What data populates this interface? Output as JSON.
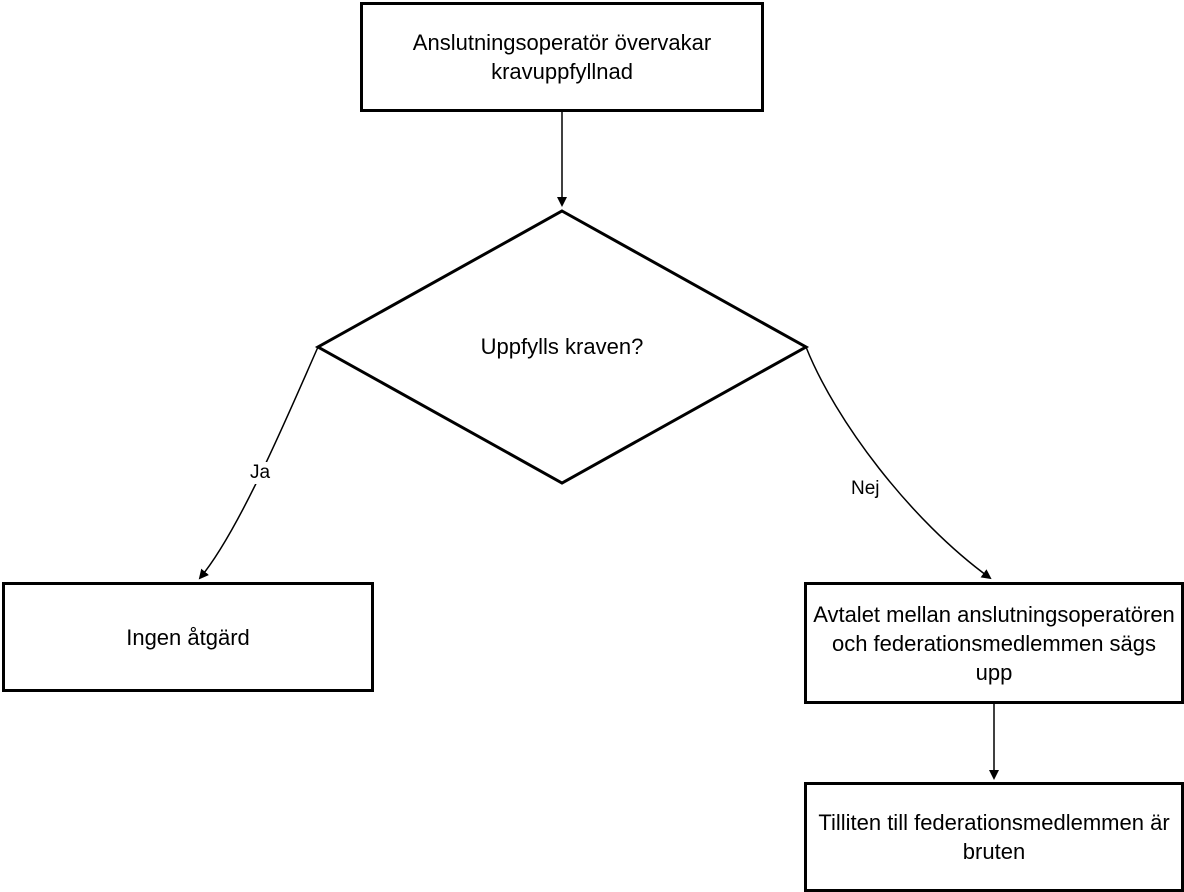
{
  "diagram": {
    "nodes": {
      "start": {
        "text": "Anslutningsoperatör övervakar kravuppfyllnad"
      },
      "decision": {
        "text": "Uppfylls kraven?"
      },
      "no_action": {
        "text": "Ingen åtgärd"
      },
      "terminate": {
        "text": "Avtalet mellan anslutningsoperatören och federationsmedlemmen sägs upp"
      },
      "trust_broken": {
        "text": "Tilliten till federationsmedlemmen är bruten"
      }
    },
    "edges": {
      "yes": {
        "label": "Ja"
      },
      "no": {
        "label": "Nej"
      }
    },
    "colors": {
      "stroke": "#000000",
      "fill": "#ffffff"
    }
  }
}
